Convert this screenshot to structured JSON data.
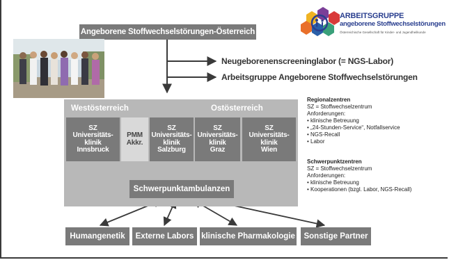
{
  "title": "Angeborene Stoffwechselstörungen-Österreich",
  "side_labels": {
    "lab": "Neugeborenenscreeninglabor (= NGS-Labor)",
    "group": "Arbeitsgruppe Angeborene Stoffwechselstörungen"
  },
  "regions": {
    "west": "Westösterreich",
    "east": "Ostösterreich"
  },
  "centers": [
    {
      "line1": "SZ",
      "line2": "Universitäts-",
      "line3": "klinik",
      "line4": "Innsbruck"
    },
    {
      "line1": "PMM",
      "line2": "Akkr."
    },
    {
      "line1": "SZ",
      "line2": "Universitäts-",
      "line3": "klinik",
      "line4": "Salzburg"
    },
    {
      "line1": "SZ",
      "line2": "Universitäts-",
      "line3": "klinik",
      "line4": "Graz"
    },
    {
      "line1": "SZ",
      "line2": "Universitäts-",
      "line3": "klinik",
      "line4": "Wien"
    }
  ],
  "hub": "Schwerpunktambulanzen",
  "partners": [
    "Humangenetik",
    "Externe Labors",
    "klinische Pharmakologie",
    "Sonstige Partner"
  ],
  "info": {
    "regional": {
      "heading": "Regionalzentren",
      "def": "SZ = Stoffwechselzentrum",
      "req": "Anforderungen:",
      "items": [
        "klinische Betreuung",
        "„24-Stunden-Service“, Notfallservice",
        "NGS-Recall",
        "Labor"
      ]
    },
    "focus": {
      "heading": "Schwerpunktzentren",
      "def": "SZ = Stoffwechselzentrum",
      "req": "Anforderungen:",
      "items": [
        "klinische Betreuung",
        "Kooperationen (bzgl. Labor, NGS-Recall)"
      ]
    }
  },
  "logo": {
    "line1": "ARBEITSGRUPPE",
    "line2": "angeborene Stoffwechselstörungen",
    "line3": "Österreichische Gesellschaft für Kinder- und Jugendheilkunde"
  },
  "colors": {
    "box": "#7a7a7a",
    "panel": "#b8b8b8",
    "pmm": "#d9d9d9",
    "arrow": "#3a3a3a",
    "logo_text": "#2a3f8f"
  }
}
